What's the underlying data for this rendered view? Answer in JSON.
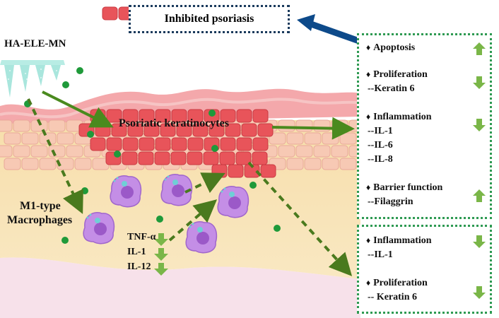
{
  "outcome": {
    "label": "Inhibited psoriasis"
  },
  "treatment": {
    "label": "HA-ELE-MN"
  },
  "skin": {
    "keratinocytes_label": "Psoriatic keratinocytes"
  },
  "macrophages": {
    "line1": "M1-type",
    "line2": "Macrophages"
  },
  "cytokines": [
    "TNF-α",
    "IL-1",
    "IL-12"
  ],
  "keratinocyte_panel": {
    "apoptosis": "Apoptosis",
    "proliferation": "Proliferation",
    "proliferation_marker": "--Keratin 6",
    "inflammation": "Inflammation",
    "inflammation_markers": [
      "--IL-1",
      "--IL-6",
      "--IL-8"
    ],
    "barrier": "Barrier function",
    "barrier_marker": "--Filaggrin"
  },
  "macrophage_panel": {
    "inflammation": "Inflammation",
    "inflammation_marker": "--IL-1",
    "proliferation": "Proliferation",
    "proliferation_marker": "-- Keratin 6"
  },
  "bullet": "♦",
  "colors": {
    "up_arrow": "#7ab648",
    "down_arrow": "#7ab648",
    "panel_border": "#2e9a52",
    "title_border": "#1a3a5c",
    "blue_arrow": "#0d4a8a",
    "path_arrow": "#4a8a1e",
    "cell_red": "#e8545a",
    "cell_peach": "#f7c9b4",
    "dermis": "#f8e3b4",
    "macrophage": "#c48ee6",
    "nanoparticle": "#1f9a3a"
  }
}
